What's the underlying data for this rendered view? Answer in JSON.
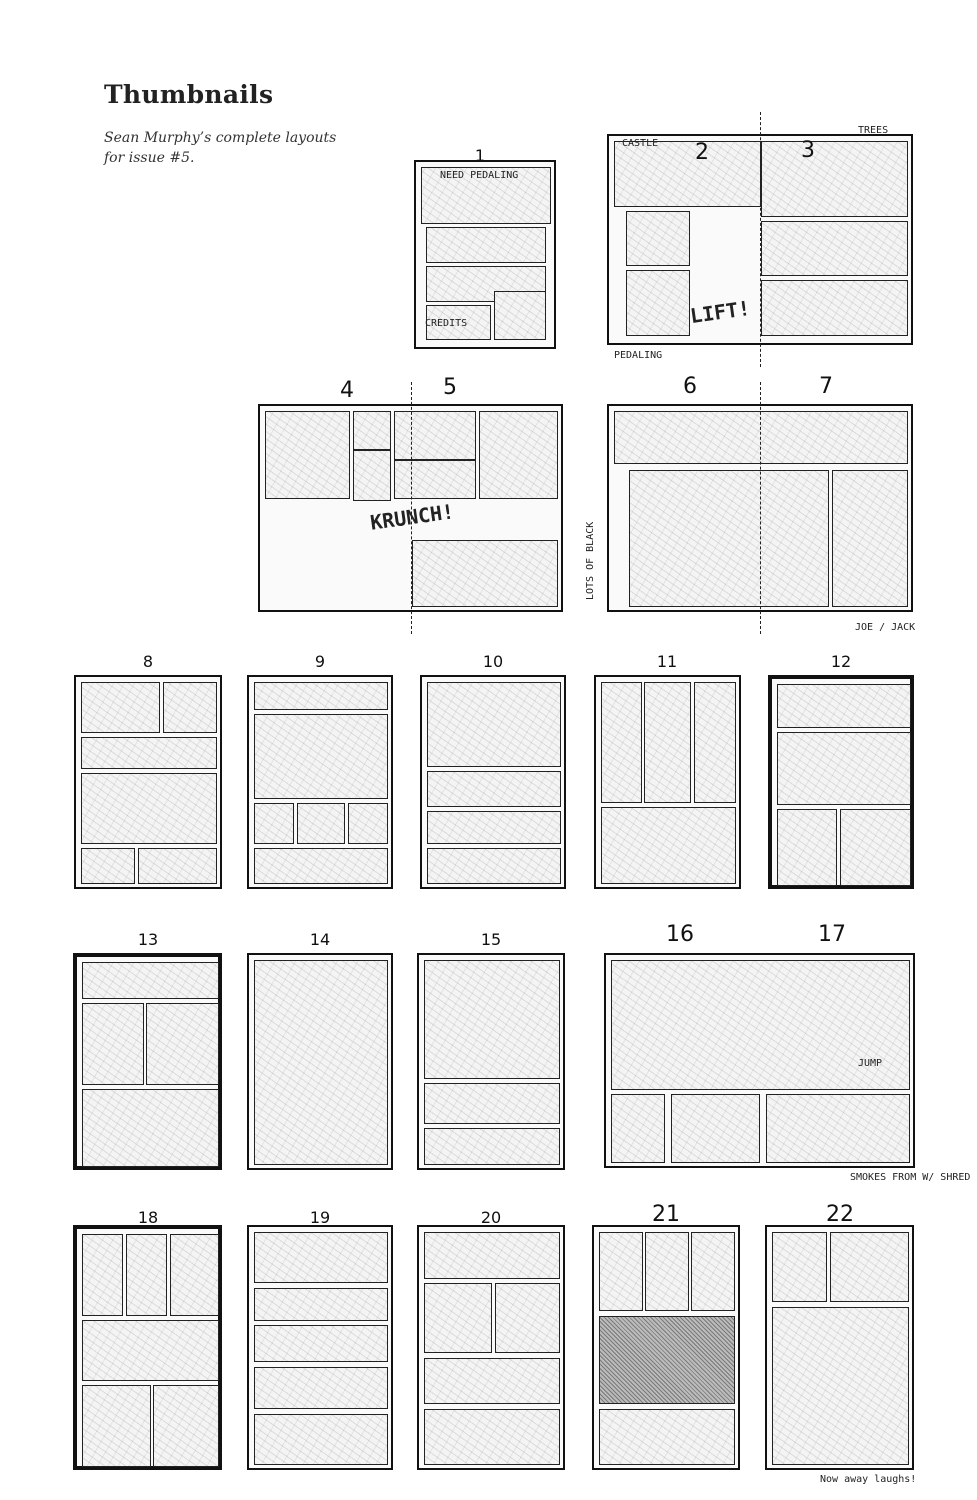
{
  "header": {
    "title": "Thumbnails",
    "subtitle": "Sean Murphy’s complete layouts for issue #5."
  },
  "thumbnails": [
    {
      "pages": [
        "1"
      ]
    },
    {
      "pages": [
        "2",
        "3"
      ]
    },
    {
      "pages": [
        "4",
        "5"
      ]
    },
    {
      "pages": [
        "6",
        "7"
      ]
    },
    {
      "pages": [
        "8"
      ]
    },
    {
      "pages": [
        "9"
      ]
    },
    {
      "pages": [
        "10"
      ]
    },
    {
      "pages": [
        "11"
      ]
    },
    {
      "pages": [
        "12"
      ]
    },
    {
      "pages": [
        "13"
      ]
    },
    {
      "pages": [
        "14"
      ]
    },
    {
      "pages": [
        "15"
      ]
    },
    {
      "pages": [
        "16",
        "17"
      ]
    },
    {
      "pages": [
        "18"
      ]
    },
    {
      "pages": [
        "19"
      ]
    },
    {
      "pages": [
        "20"
      ]
    },
    {
      "pages": [
        "21"
      ]
    },
    {
      "pages": [
        "22"
      ]
    }
  ],
  "sketch_notes": {
    "need_pedaling": "NEED PEDALING",
    "credits": "CREDITS",
    "castle": "CASTLE",
    "trees": "TREES",
    "lift": "LIFT!",
    "pedaling": "PEDALING",
    "krunch": "KRUNCH!",
    "lots_of_black": "LOTS OF BLACK",
    "joe_jack": "JOE / JACK",
    "jump": "JUMP",
    "smoke": "SMOKES FROM W/ SHRED",
    "now_away": "Now away laughs!"
  }
}
